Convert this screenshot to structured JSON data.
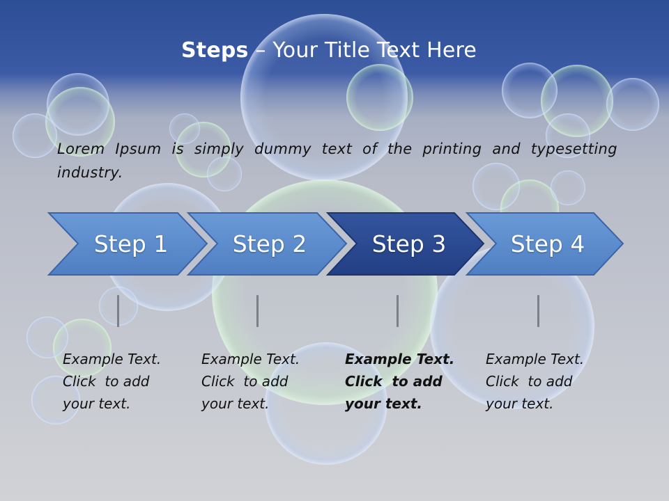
{
  "slide": {
    "title_bold": "Steps",
    "title_rest": " – Your Title Text Here",
    "intro": "Lorem Ipsum is simply dummy text of the printing and typesetting industry.",
    "steps": [
      {
        "label": "Step 1",
        "lines": [
          "Example Text.",
          "Click  to add",
          "your text."
        ],
        "active": false
      },
      {
        "label": "Step 2",
        "lines": [
          "Example Text.",
          "Click  to add",
          "your text."
        ],
        "active": false
      },
      {
        "label": "Step 3",
        "lines": [
          "Example Text.",
          "Click  to add",
          "your text."
        ],
        "active": true
      },
      {
        "label": "Step 4",
        "lines": [
          "Example Text.",
          "Click  to add",
          "your text."
        ],
        "active": false
      }
    ],
    "colors": {
      "arrow_fill": "#5b8ccc",
      "arrow_active_fill": "#2a4a93",
      "arrow_stroke": "#3b64a8",
      "header_blue": "#2d4f96"
    }
  }
}
